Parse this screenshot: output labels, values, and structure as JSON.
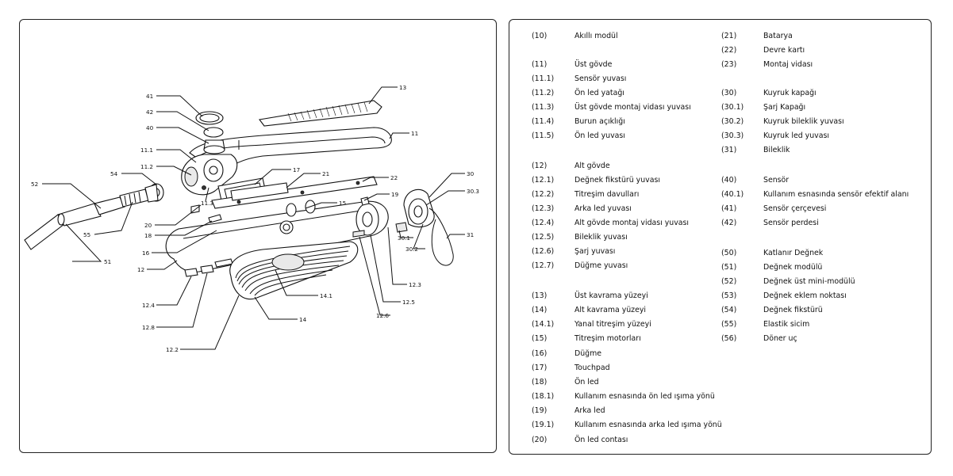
{
  "diagram": {
    "callouts": [
      "41",
      "42",
      "40",
      "11.1",
      "11.2",
      "54",
      "52",
      "55",
      "51",
      "20",
      "11.3",
      "18",
      "16",
      "12",
      "12.4",
      "12.8",
      "12.2",
      "13",
      "11",
      "17",
      "21",
      "22",
      "19",
      "15",
      "14.1",
      "14",
      "12.6",
      "12.5",
      "12.3",
      "30",
      "30.3",
      "30.1",
      "30.2",
      "31"
    ]
  },
  "legend": {
    "left_column": [
      {
        "num": "(10)",
        "desc": "Akıllı modül"
      },
      {
        "num": "(11)",
        "desc": "Üst gövde"
      },
      {
        "num": "(11.1)",
        "desc": "Sensör yuvası"
      },
      {
        "num": "(11.2)",
        "desc": "Ön led yatağı"
      },
      {
        "num": "(11.3)",
        "desc": "Üst gövde montaj vidası yuvası"
      },
      {
        "num": "(11.4)",
        "desc": "Burun açıklığı"
      },
      {
        "num": "(11.5)",
        "desc": "Ön led yuvası"
      },
      {
        "num": "(12)",
        "desc": "Alt gövde"
      },
      {
        "num": "(12.1)",
        "desc": "Değnek fikstürü yuvası"
      },
      {
        "num": "(12.2)",
        "desc": "Titreşim davulları"
      },
      {
        "num": "(12.3)",
        "desc": "Arka led yuvası"
      },
      {
        "num": "(12.4)",
        "desc": "Alt gövde montaj vidası yuvası"
      },
      {
        "num": "(12.5)",
        "desc": "Bileklik yuvası"
      },
      {
        "num": "(12.6)",
        "desc": "Şarj yuvası"
      },
      {
        "num": "(12.7)",
        "desc": "Düğme yuvası"
      },
      {
        "num": "(13)",
        "desc": "Üst kavrama yüzeyi"
      },
      {
        "num": "(14)",
        "desc": "Alt kavrama yüzeyi"
      },
      {
        "num": "(14.1)",
        "desc": "Yanal titreşim yüzeyi"
      },
      {
        "num": "(15)",
        "desc": "Titreşim motorları"
      },
      {
        "num": "(16)",
        "desc": "Düğme"
      },
      {
        "num": "(17)",
        "desc": "Touchpad"
      },
      {
        "num": "(18)",
        "desc": "Ön led"
      },
      {
        "num": "(18.1)",
        "desc": "Kullanım esnasında ön led ışıma yönü"
      },
      {
        "num": "(19)",
        "desc": "Arka led"
      },
      {
        "num": "(19.1)",
        "desc": "Kullanım esnasında arka led ışıma yönü"
      },
      {
        "num": "(20)",
        "desc": "Ön led contası"
      }
    ],
    "right_column": [
      {
        "num": "(21)",
        "desc": "Batarya"
      },
      {
        "num": "(22)",
        "desc": "Devre kartı"
      },
      {
        "num": "(23)",
        "desc": "Montaj vidası"
      },
      {
        "num": "(30)",
        "desc": "Kuyruk kapağı"
      },
      {
        "num": "(30.1)",
        "desc": "Şarj Kapağı"
      },
      {
        "num": "(30.2)",
        "desc": "Kuyruk bileklik yuvası"
      },
      {
        "num": "(30.3)",
        "desc": "Kuyruk led yuvası"
      },
      {
        "num": "(31)",
        "desc": "Bileklik"
      },
      {
        "num": "(40)",
        "desc": "Sensör"
      },
      {
        "num": "(40.1)",
        "desc": "Kullanım esnasında sensör efektif alanı"
      },
      {
        "num": "(41)",
        "desc": "Sensör çerçevesi"
      },
      {
        "num": "(42)",
        "desc": "Sensör perdesi"
      },
      {
        "num": "(50)",
        "desc": "Katlanır Değnek"
      },
      {
        "num": "(51)",
        "desc": "Değnek modülü"
      },
      {
        "num": "(52)",
        "desc": "Değnek üst mini-modülü"
      },
      {
        "num": "(53)",
        "desc": "Değnek eklem noktası"
      },
      {
        "num": "(54)",
        "desc": "Değnek fikstürü"
      },
      {
        "num": "(55)",
        "desc": "Elastik sicim"
      },
      {
        "num": "(56)",
        "desc": "Döner uç"
      }
    ]
  }
}
